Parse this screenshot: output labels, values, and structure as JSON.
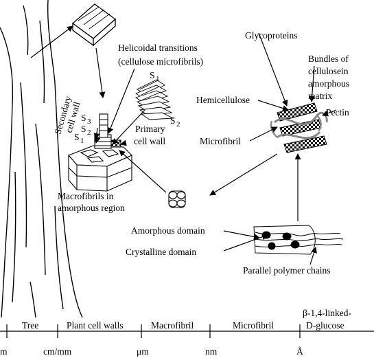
{
  "labels": {
    "helicoidal_line1": "Helicoidal transitions",
    "helicoidal_line2": "(cellulose microfibrils)",
    "glycoproteins": "Glycoproteins",
    "bundles_line1": "Bundles of",
    "bundles_line2": "cellulosein",
    "bundles_line3": "amorphous",
    "bundles_line4": "matrix",
    "hemicellulose": "Hemicellulose",
    "pectin": "Pectin",
    "microfibril": "Microfibril",
    "secondary_line1": "Secondary",
    "secondary_line2": "cell wall",
    "s3": "S",
    "s3_sub": "3",
    "s2_left": "S",
    "s2_left_sub": "2",
    "s1_left": "S",
    "s1_left_sub": "1",
    "s1_top": "S",
    "s1_top_sub": "1",
    "s2_right": "S",
    "s2_right_sub": "2",
    "primary_line1": "Primary",
    "primary_line2": "cell wall",
    "macrofibrils_line1": "Macrofibrils in",
    "macrofibrils_line2": "amorphous region",
    "amorphous_domain": "Amorphous domain",
    "crystalline_domain": "Crystalline domain",
    "parallel_chains": "Parallel polymer chains"
  },
  "scale": {
    "segments": [
      "Tree",
      "Plant cell walls",
      "Macrofibril",
      "Microfibril"
    ],
    "glucose_line1": "β-1,4-linked-",
    "glucose_line2": "D-glucose",
    "ticks": [
      "m",
      "cm/mm",
      "μm",
      "nm",
      "Å"
    ]
  }
}
